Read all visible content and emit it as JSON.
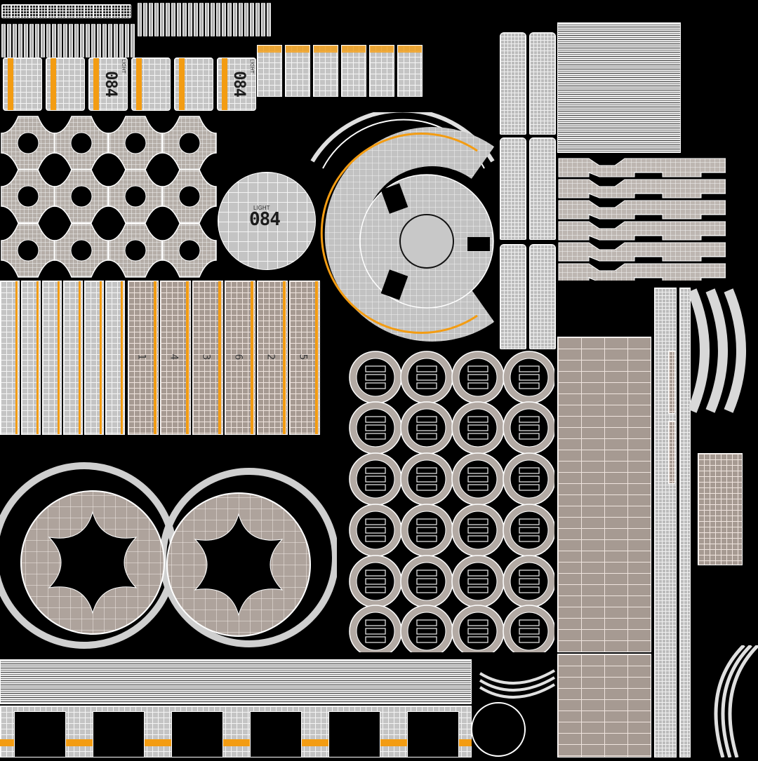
{
  "texture": {
    "type": "UV wireframe layout",
    "size": "1080x1080",
    "background": "#000000",
    "colors": {
      "island_light": "#c4c4c4",
      "island_tan": "#a69a92",
      "wire": "#f4f4f4",
      "accent_orange": "#f39c12",
      "label_dark": "#1c1c1c"
    }
  },
  "labels": {
    "light_tag": "LIGHT",
    "unit_number": "084",
    "circle_tag": "LIGHT",
    "circle_number": "084"
  },
  "top_cards": [
    {
      "kind": "small-text"
    },
    {
      "kind": "small-text"
    },
    {
      "kind": "number",
      "tag": "LIGHT",
      "number": "084"
    },
    {
      "kind": "small-text"
    },
    {
      "kind": "small-text"
    },
    {
      "kind": "number",
      "tag": "LIGHT",
      "number": "084"
    }
  ],
  "vertical_panels": {
    "numbers": [
      "1",
      "4",
      "3",
      "6",
      "2",
      "5"
    ]
  },
  "regions": [
    {
      "name": "top-left-pillars-strip",
      "desc": "rows of small pillar islands and bracket chips"
    },
    {
      "name": "top-cards-row",
      "desc": "6 square cards with orange stripe, two labeled 084"
    },
    {
      "name": "top-orange-header-panels",
      "desc": "6 tall panels with orange top band"
    },
    {
      "name": "quatrefoil-grid",
      "desc": "3x4 grid of cross-shaped islands with circular holes"
    },
    {
      "name": "light-084-disc",
      "desc": "circular island labeled LIGHT 084"
    },
    {
      "name": "ring-assembly",
      "desc": "large circular ring with orange seam and inner disc"
    },
    {
      "name": "vertical-column-pairs",
      "desc": "3 pairs of tall curved column islands"
    },
    {
      "name": "horizontal-stripe-block",
      "desc": "striped rectangular block at top right"
    },
    {
      "name": "notched-bars",
      "desc": "6 horizontal notched bars with connector chips"
    },
    {
      "name": "vertical-numbered-panels",
      "desc": "12 tall grid panels, 6 numbered 1,4,3,6,2,5"
    },
    {
      "name": "ring-cup-grid",
      "desc": "6x4 grid of ring islands containing chips"
    },
    {
      "name": "large-tan-floor",
      "desc": "tall tan grid floor panel"
    },
    {
      "name": "right-rails",
      "desc": "thin vertical rail islands and 3 curved arcs"
    },
    {
      "name": "double-disc",
      "desc": "two large discs with star cut-outs inside outer rings"
    },
    {
      "name": "bottom-strip",
      "desc": "long horizontal strip with 6 black windows and orange band"
    },
    {
      "name": "bottom-right-arcs",
      "desc": "concentric arc strips and small ring"
    }
  ]
}
